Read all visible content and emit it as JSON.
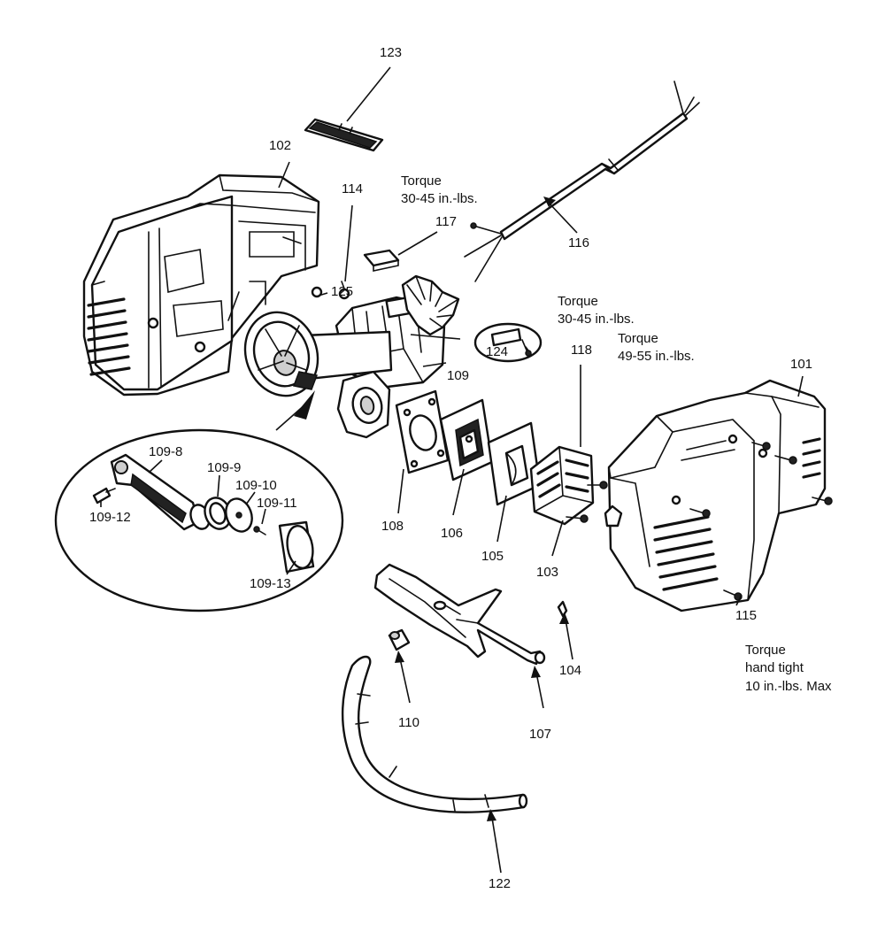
{
  "labels": {
    "p101": "101",
    "p102": "102",
    "p103": "103",
    "p104": "104",
    "p105": "105",
    "p106": "106",
    "p107": "107",
    "p108": "108",
    "p109": "109",
    "p109_8": "109-8",
    "p109_9": "109-9",
    "p109_10": "109-10",
    "p109_11": "109-11",
    "p109_12": "109-12",
    "p109_13": "109-13",
    "p110": "110",
    "p114": "114",
    "p115": "115",
    "p116": "116",
    "p117": "117",
    "p118": "118",
    "p122": "122",
    "p123": "123",
    "p124": "124",
    "p125": "125"
  },
  "torque_notes": {
    "note1_line1": "Torque",
    "note1_line2": "30-45 in.-lbs.",
    "note2_line1": "Torque",
    "note2_line2": "30-45 in.-lbs.",
    "note3_line1": "Torque",
    "note3_line2": "49-55 in.-lbs.",
    "note4_line1": "Torque",
    "note4_line2": "hand tight",
    "note4_line3": "10 in.-lbs. Max"
  }
}
